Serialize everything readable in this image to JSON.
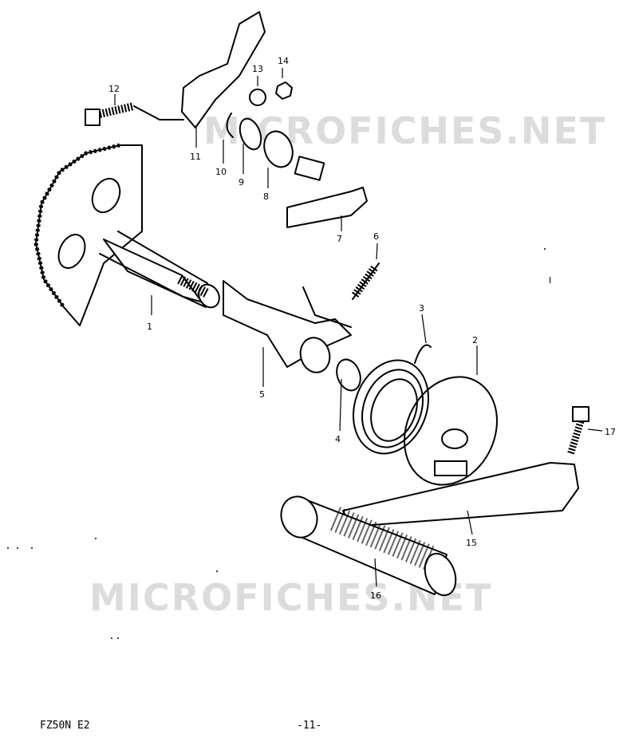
{
  "watermarks": [
    "MICROFICHES.NET",
    "MICROFICHES.NET"
  ],
  "callouts": [
    "1",
    "2",
    "3",
    "4",
    "5",
    "6",
    "7",
    "8",
    "9",
    "10",
    "11",
    "12",
    "13",
    "14",
    "15",
    "16",
    "17"
  ],
  "section_mark": "I",
  "footer": {
    "model": "FZ50N E2",
    "page": "-11-"
  }
}
